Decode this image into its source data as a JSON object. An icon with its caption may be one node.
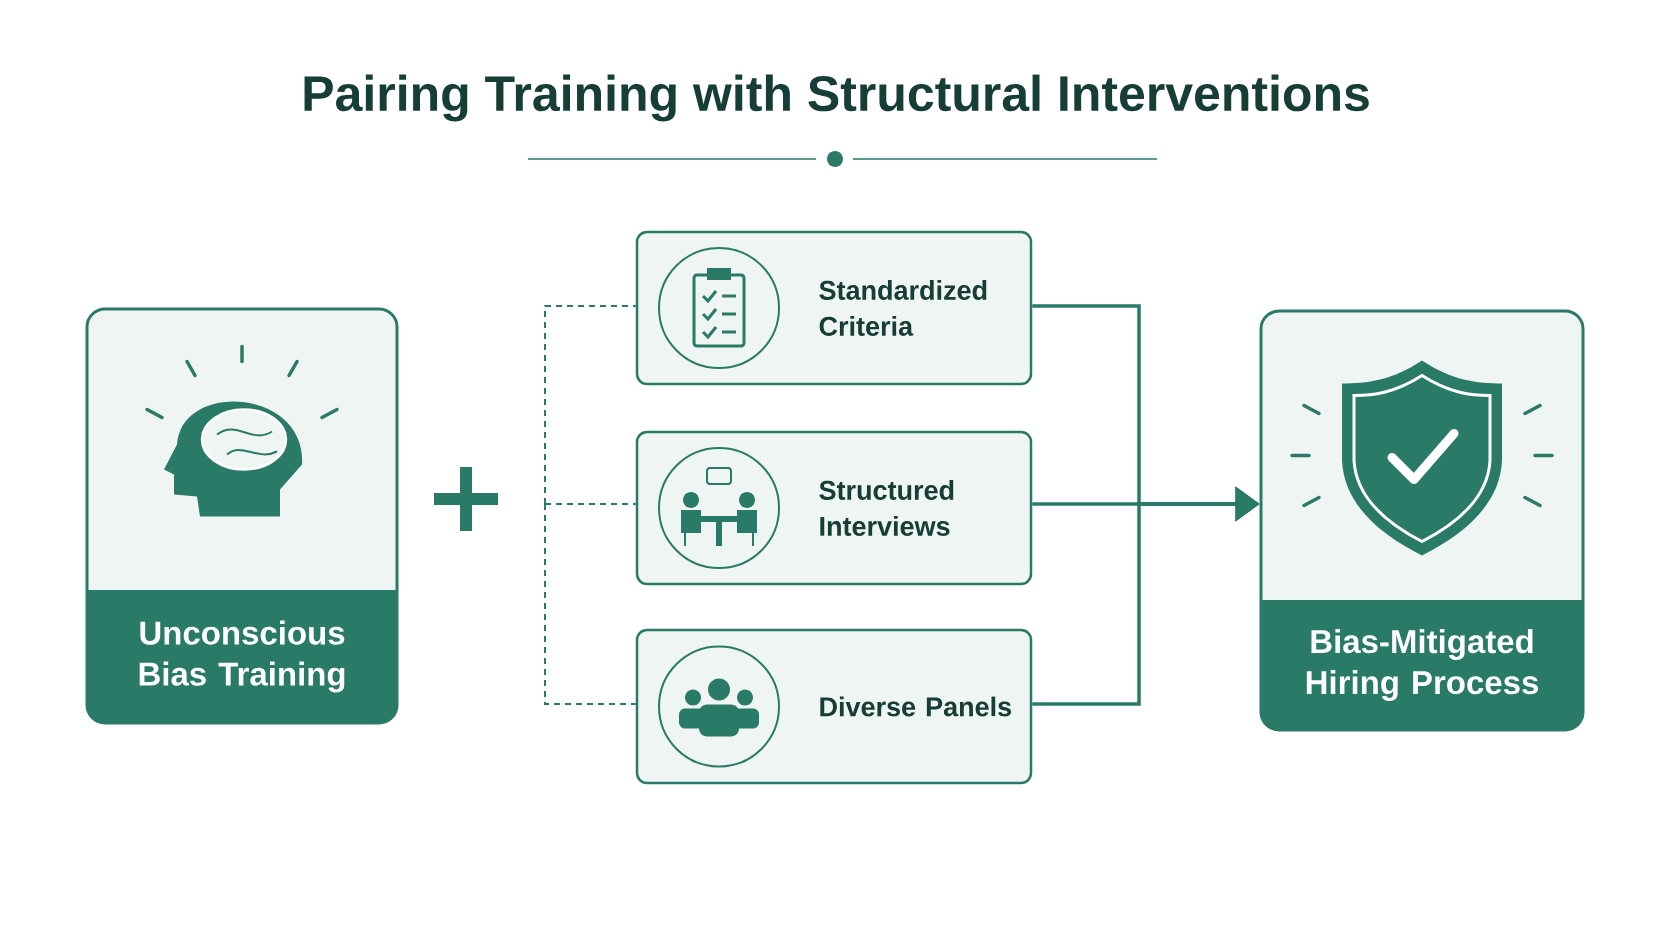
{
  "diagram": {
    "title": "Pairing Training with Structural Interventions",
    "nodes": [
      {
        "text": [
          "Unconscious Bias Training"
        ]
      },
      {
        "text": [
          "Standardized Criteria"
        ]
      },
      {
        "text": [
          "Structured Interviews"
        ]
      },
      {
        "text": [
          "Diverse Panels"
        ]
      },
      {
        "text": [
          "Bias-Mitigated Hiring Process"
        ]
      }
    ],
    "edges": [
      {
        "from": null,
        "to": 1,
        "arrow": "none",
        "style": "dashed"
      },
      {
        "from": null,
        "to": 2,
        "arrow": "none",
        "style": "dashed"
      },
      {
        "from": null,
        "to": 3,
        "arrow": "none",
        "style": "dashed"
      },
      {
        "from": 1,
        "to": 4,
        "arrow": "to"
      },
      {
        "from": 2,
        "to": 4,
        "arrow": "to"
      },
      {
        "from": 3,
        "to": 4,
        "arrow": "to"
      }
    ]
  }
}
